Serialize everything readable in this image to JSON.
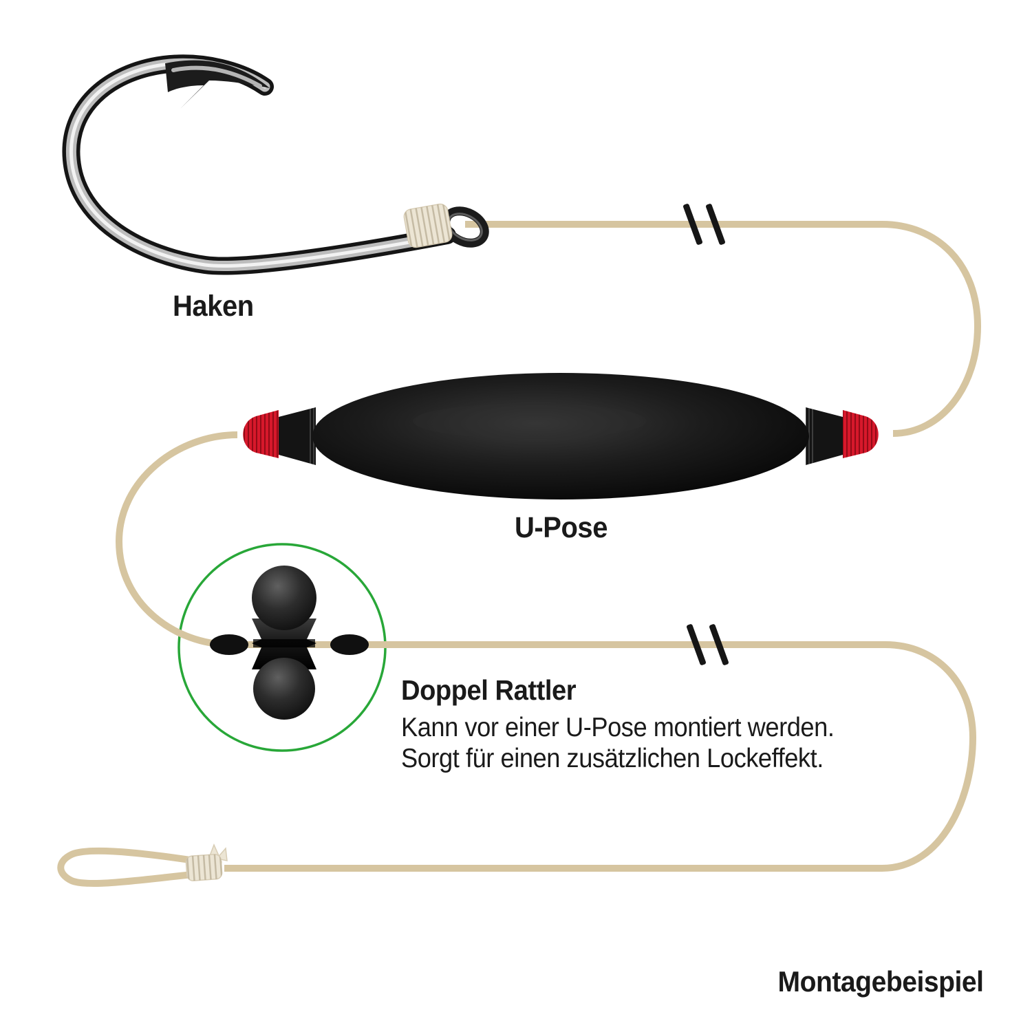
{
  "diagram": {
    "hook_label": "Haken",
    "float_label": "U-Pose",
    "rattler": {
      "title": "Doppel Rattler",
      "description_lines": [
        "Kann vor einer U-Pose montiert werden.",
        "Sorgt für einen zusätzlichen Lockeffekt."
      ]
    },
    "caption": "Montagebeispiel"
  },
  "colors": {
    "line": "#d6c5a0",
    "accent_red": "#d7182b",
    "accent_green": "#28a738",
    "ink": "#1a1a1a",
    "knot": "#ece5d4",
    "float_black": "#0d0d0d"
  }
}
